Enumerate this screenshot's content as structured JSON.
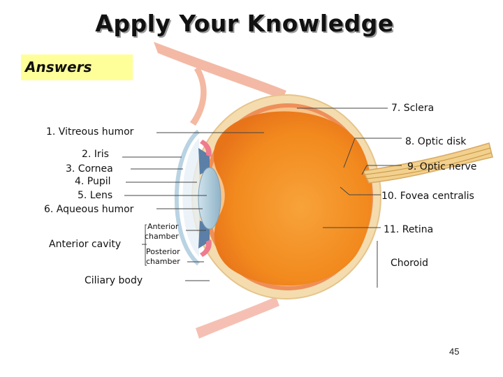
{
  "title": "Apply Your Knowledge",
  "answers_label": "Answers",
  "labels": {
    "sclera": "7. Sclera",
    "vitreous": "1. Vitreous humor",
    "optic_disk": "8. Optic disk",
    "iris": "2. Iris",
    "cornea": "3. Cornea",
    "optic_nerve": "9. Optic nerve",
    "pupil": "4. Pupil",
    "lens": "5. Lens",
    "fovea": "10. Fovea centralis",
    "aqueous": "6. Aqueous humor",
    "anterior_chamber_1": "Anterior",
    "anterior_chamber_2": "chamber",
    "retina": "11. Retina",
    "anterior_cavity": "Anterior cavity",
    "posterior_chamber_1": "Posterior",
    "posterior_chamber_2": "chamber",
    "choroid": "Choroid",
    "ciliary_body": "Ciliary body"
  },
  "page_number": "45",
  "colors": {
    "answers_highlight": "#ffff99",
    "vitreous": "#f2891f",
    "sclera": "#f4dcae",
    "lens": "#a9c9d9"
  }
}
